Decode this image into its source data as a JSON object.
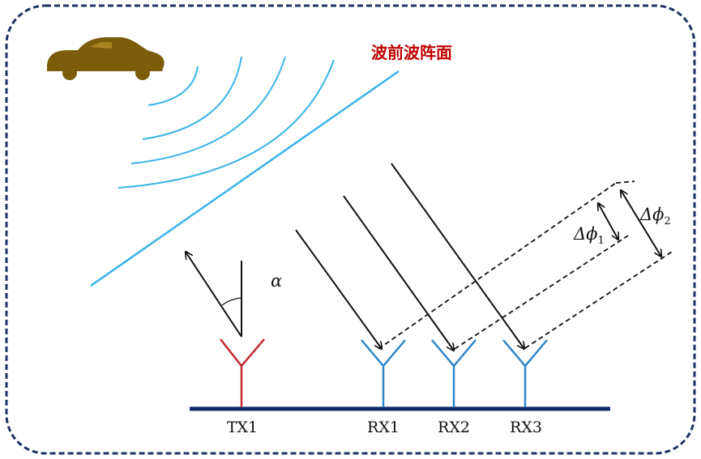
{
  "wavefront_label": "波前波阵面",
  "angle_label": "α",
  "phase_labels": [
    {
      "symbol": "Δϕ",
      "subscript": "1"
    },
    {
      "symbol": "Δϕ",
      "subscript": "2"
    }
  ],
  "antennas": [
    {
      "label": "TX1",
      "role": "transmitter",
      "color": "#c0282d"
    },
    {
      "label": "RX1",
      "role": "receiver",
      "color": "#2e86c8"
    },
    {
      "label": "RX2",
      "role": "receiver",
      "color": "#2e86c8"
    },
    {
      "label": "RX3",
      "role": "receiver",
      "color": "#2e86c8"
    }
  ],
  "icons": {
    "vehicle": "car-icon"
  },
  "colors": {
    "border": "#1f3464",
    "baseline": "#102a66",
    "wave": "#3ab4e6",
    "car": "#7b5d0b",
    "label_red": "#c00000"
  }
}
